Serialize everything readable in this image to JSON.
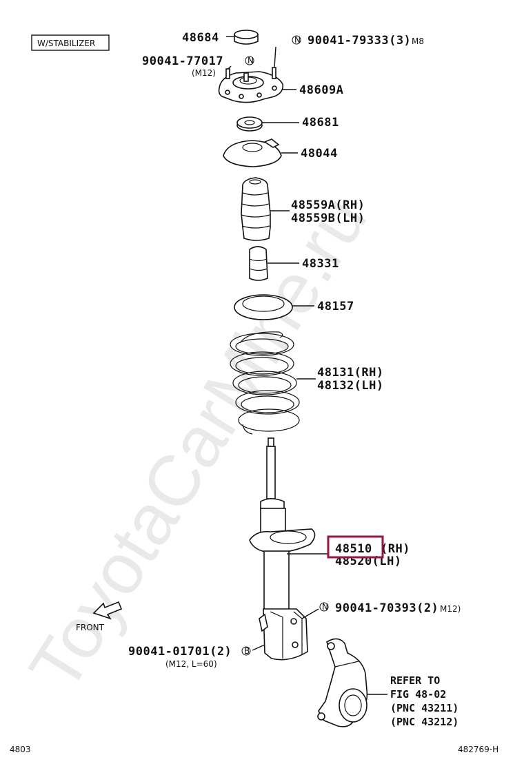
{
  "watermark": "ToyotaCarMine.ru",
  "badge": "W/STABILIZER",
  "front_label": "FRONT",
  "footer": {
    "left": "4803",
    "right": "482769-H"
  },
  "callouts": {
    "cap": "48684",
    "bolt_top_right": "90041-79333(3)",
    "bolt_top_right_size": "M8",
    "nut_top": "90041-77017",
    "nut_top_size": "(M12)",
    "support": "48609A",
    "bearing": "48681",
    "upper_seat": "48044",
    "boot_rh": "48559A(RH)",
    "boot_lh": "48559B(LH)",
    "bumper": "48331",
    "insulator": "48157",
    "spring_rh": "48131(RH)",
    "spring_lh": "48132(LH)",
    "strut_rh_num": "48510",
    "strut_rh_suffix": "(RH)",
    "strut_lh": "48520(LH)",
    "bolt_lower": "90041-70393(2)",
    "bolt_lower_size": "M12)",
    "bolt_knuckle": "90041-01701(2)",
    "bolt_knuckle_size": "(M12, L=60)"
  },
  "refer": {
    "line1": "REFER TO",
    "line2": "FIG 48-02",
    "line3": "(PNC 43211)",
    "line4": "(PNC 43212)"
  },
  "markers": {
    "n": "N",
    "b": "B"
  },
  "highlight_color": "#a01040"
}
